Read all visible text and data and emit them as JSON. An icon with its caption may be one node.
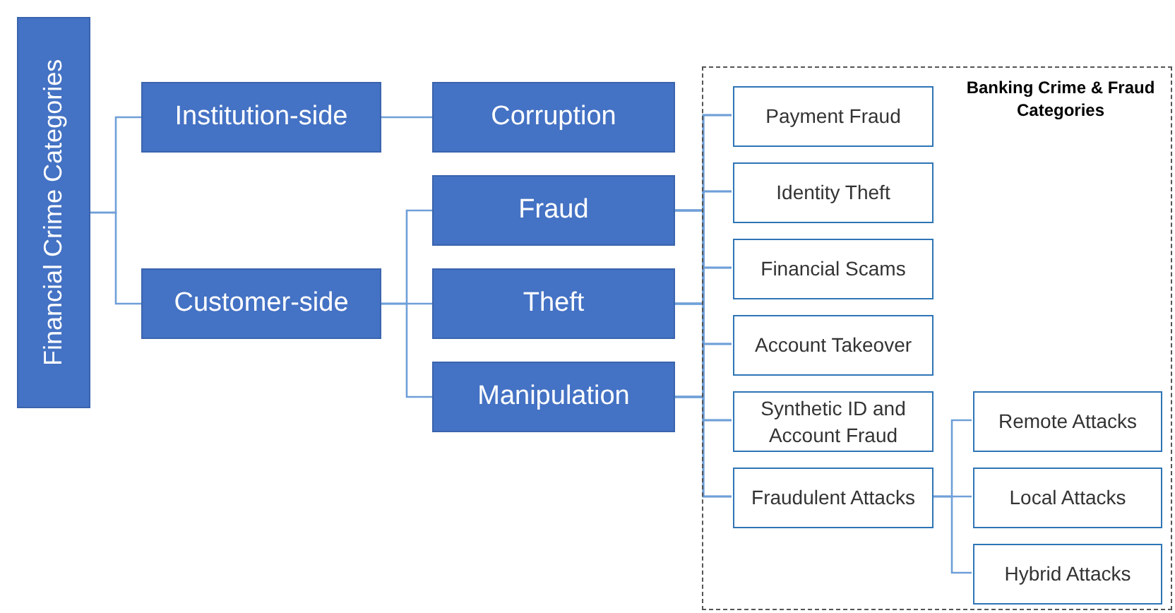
{
  "diagram": {
    "nodes": [
      {
        "text": [
          "Financial Crime Categories"
        ]
      },
      {
        "text": [
          "Institution-side"
        ]
      },
      {
        "text": [
          "Customer-side"
        ]
      },
      {
        "text": [
          "Corruption"
        ]
      },
      {
        "text": [
          "Fraud"
        ]
      },
      {
        "text": [
          "Theft"
        ]
      },
      {
        "text": [
          "Manipulation"
        ]
      },
      {
        "text": [
          "Banking Crime & Fraud Categories"
        ]
      },
      {
        "text": [
          "Payment Fraud"
        ],
        "in": 7
      },
      {
        "text": [
          "Identity Theft"
        ],
        "in": 7
      },
      {
        "text": [
          "Financial Scams"
        ],
        "in": 7
      },
      {
        "text": [
          "Account Takeover"
        ],
        "in": 7
      },
      {
        "text": [
          "Synthetic ID and Account Fraud"
        ],
        "in": 7
      },
      {
        "text": [
          "Fraudulent Attacks"
        ],
        "in": 7
      },
      {
        "text": [
          "Remote Attacks"
        ],
        "in": 7
      },
      {
        "text": [
          "Local Attacks"
        ],
        "in": 7
      },
      {
        "text": [
          "Hybrid Attacks"
        ],
        "in": 7
      }
    ],
    "edges": [
      {
        "from": 0,
        "to": 1,
        "arrow": "none"
      },
      {
        "from": 0,
        "to": 2,
        "arrow": "none"
      },
      {
        "from": 1,
        "to": 3,
        "arrow": "none"
      },
      {
        "from": 2,
        "to": 4,
        "arrow": "none"
      },
      {
        "from": 2,
        "to": 5,
        "arrow": "none"
      },
      {
        "from": 2,
        "to": 6,
        "arrow": "none"
      },
      {
        "from": 4,
        "to": 8,
        "arrow": "none"
      },
      {
        "from": 4,
        "to": 9,
        "arrow": "none"
      },
      {
        "from": 4,
        "to": 10,
        "arrow": "none"
      },
      {
        "from": 4,
        "to": 11,
        "arrow": "none"
      },
      {
        "from": 4,
        "to": 12,
        "arrow": "none"
      },
      {
        "from": 4,
        "to": 13,
        "arrow": "none"
      },
      {
        "from": 5,
        "to": 8,
        "arrow": "none"
      },
      {
        "from": 5,
        "to": 9,
        "arrow": "none"
      },
      {
        "from": 5,
        "to": 10,
        "arrow": "none"
      },
      {
        "from": 5,
        "to": 11,
        "arrow": "none"
      },
      {
        "from": 5,
        "to": 12,
        "arrow": "none"
      },
      {
        "from": 5,
        "to": 13,
        "arrow": "none"
      },
      {
        "from": 6,
        "to": 8,
        "arrow": "none"
      },
      {
        "from": 6,
        "to": 9,
        "arrow": "none"
      },
      {
        "from": 6,
        "to": 10,
        "arrow": "none"
      },
      {
        "from": 6,
        "to": 11,
        "arrow": "none"
      },
      {
        "from": 6,
        "to": 12,
        "arrow": "none"
      },
      {
        "from": 6,
        "to": 13,
        "arrow": "none"
      },
      {
        "from": 13,
        "to": 14,
        "arrow": "none"
      },
      {
        "from": 13,
        "to": 15,
        "arrow": "none"
      },
      {
        "from": 13,
        "to": 16,
        "arrow": "none"
      }
    ]
  }
}
